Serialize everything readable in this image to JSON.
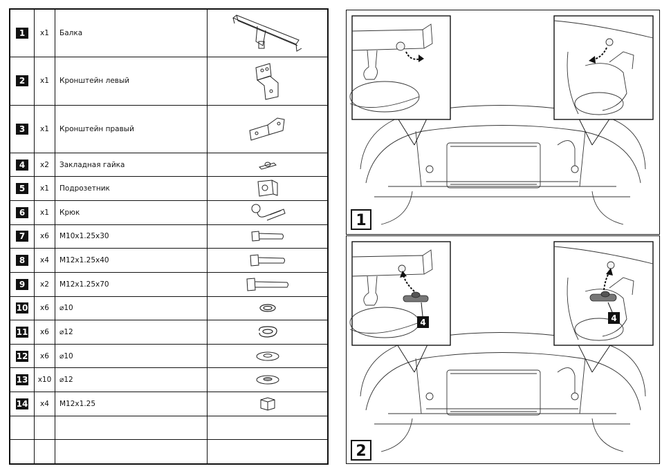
{
  "parts": [
    {
      "num": "1",
      "qty": "x1",
      "name": "Балка",
      "icon": "crossbar-icon"
    },
    {
      "num": "2",
      "qty": "x1",
      "name": "Кронштейн левый",
      "icon": "left-bracket-icon"
    },
    {
      "num": "3",
      "qty": "x1",
      "name": "Кронштейн правый",
      "icon": "right-bracket-icon"
    },
    {
      "num": "4",
      "qty": "x2",
      "name": "Закладная гайка",
      "icon": "insert-nut-icon"
    },
    {
      "num": "5",
      "qty": "x1",
      "name": "Подрозетник",
      "icon": "socket-plate-icon"
    },
    {
      "num": "6",
      "qty": "x1",
      "name": "Крюк",
      "icon": "tow-ball-icon"
    },
    {
      "num": "7",
      "qty": "x6",
      "name": "M10x1.25x30",
      "icon": "bolt-short-icon"
    },
    {
      "num": "8",
      "qty": "x4",
      "name": "M12x1.25x40",
      "icon": "bolt-medium-icon"
    },
    {
      "num": "9",
      "qty": "x2",
      "name": "M12x1.25x70",
      "icon": "bolt-long-icon"
    },
    {
      "num": "10",
      "qty": "x6",
      "name": "⌀10",
      "icon": "spring-washer-small-icon"
    },
    {
      "num": "11",
      "qty": "x6",
      "name": "⌀12",
      "icon": "spring-washer-large-icon"
    },
    {
      "num": "12",
      "qty": "x6",
      "name": "⌀10",
      "icon": "flat-washer-small-icon"
    },
    {
      "num": "13",
      "qty": "x10",
      "name": "⌀12",
      "icon": "flat-washer-large-icon"
    },
    {
      "num": "14",
      "qty": "x4",
      "name": "M12x1.25",
      "icon": "hex-nut-icon"
    },
    {
      "num": "",
      "qty": "",
      "name": "",
      "icon": ""
    },
    {
      "num": "",
      "qty": "",
      "name": "",
      "icon": ""
    }
  ],
  "steps": {
    "one": {
      "label": "1"
    },
    "two": {
      "label": "2",
      "callout": "4"
    }
  }
}
